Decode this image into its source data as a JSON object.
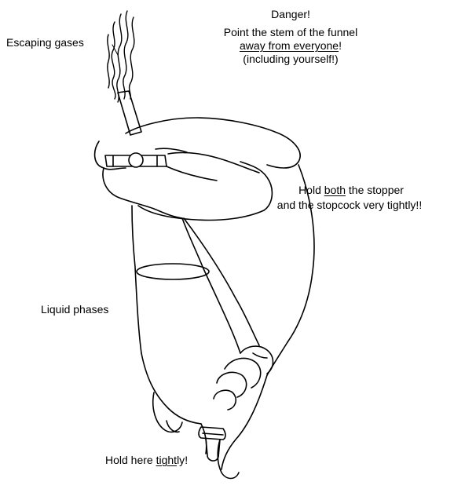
{
  "labels": {
    "escaping_gases": "Escaping gases",
    "danger": {
      "line1": "Danger!",
      "line2": "Point the stem of the funnel",
      "line3_u1": "away from everyone",
      "line3_end": "!",
      "line4": "(including yourself!)"
    },
    "hold_stopper": {
      "line1_start": "Hold ",
      "line1_u": "both",
      "line1_end": " the stopper",
      "line2": "and the stopcock very tightly!!"
    },
    "liquid_phases": "Liquid phases",
    "hold_here": {
      "start": "Hold here ",
      "u": "tight",
      "mid": "ly",
      "end": "!"
    }
  },
  "colors": {
    "ink": "#000000",
    "paper": "#ffffff"
  }
}
